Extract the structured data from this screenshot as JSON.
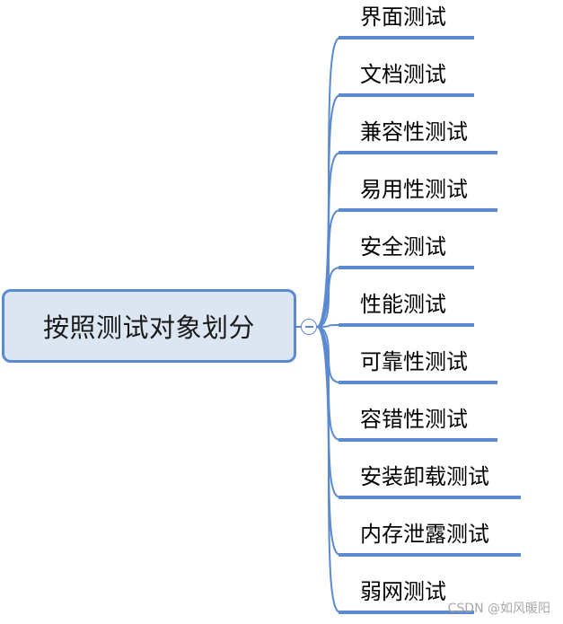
{
  "mindmap": {
    "root": {
      "label": "按照测试对象划分"
    },
    "branches": [
      {
        "label": "界面测试"
      },
      {
        "label": "文档测试"
      },
      {
        "label": "兼容性测试"
      },
      {
        "label": "易用性测试"
      },
      {
        "label": "安全测试"
      },
      {
        "label": "性能测试"
      },
      {
        "label": "可靠性测试"
      },
      {
        "label": "容错性测试"
      },
      {
        "label": "安装卸载测试"
      },
      {
        "label": "内存泄露测试"
      },
      {
        "label": "弱网测试"
      }
    ]
  },
  "colors": {
    "line": "#5b8ad0",
    "root_fill": "#dce6f2"
  },
  "watermark": "CSDN @如风暖阳"
}
